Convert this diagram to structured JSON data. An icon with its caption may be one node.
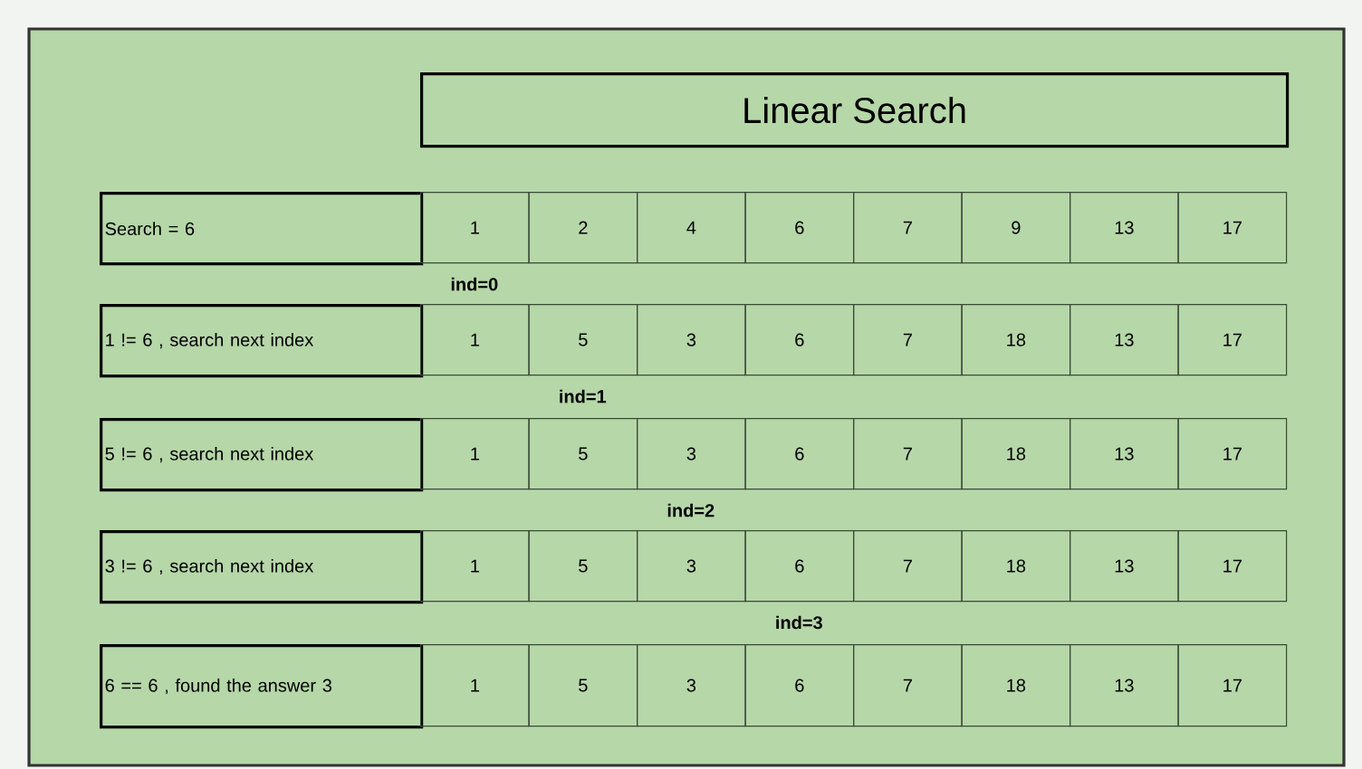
{
  "diagram": {
    "title": "Linear Search",
    "nodes": [
      {
        "text": [
          "Search = 6"
        ]
      },
      {
        "text": [
          "1"
        ]
      },
      {
        "text": [
          "2"
        ]
      },
      {
        "text": [
          "4"
        ]
      },
      {
        "text": [
          "6"
        ]
      },
      {
        "text": [
          "7"
        ]
      },
      {
        "text": [
          "9"
        ]
      },
      {
        "text": [
          "13"
        ]
      },
      {
        "text": [
          "17"
        ]
      },
      {
        "text": [
          "1 != 6 , search next index"
        ]
      },
      {
        "text": [
          "1"
        ]
      },
      {
        "text": [
          "5"
        ]
      },
      {
        "text": [
          "3"
        ]
      },
      {
        "text": [
          "6"
        ]
      },
      {
        "text": [
          "7"
        ]
      },
      {
        "text": [
          "18"
        ]
      },
      {
        "text": [
          "13"
        ]
      },
      {
        "text": [
          "17"
        ]
      },
      {
        "text": [
          "5 != 6 , search next index"
        ]
      },
      {
        "text": [
          "1"
        ]
      },
      {
        "text": [
          "5"
        ]
      },
      {
        "text": [
          "3"
        ]
      },
      {
        "text": [
          "6"
        ]
      },
      {
        "text": [
          "7"
        ]
      },
      {
        "text": [
          "18"
        ]
      },
      {
        "text": [
          "13"
        ]
      },
      {
        "text": [
          "17"
        ]
      },
      {
        "text": [
          "3 != 6 , search next index"
        ]
      },
      {
        "text": [
          "1"
        ]
      },
      {
        "text": [
          "5"
        ]
      },
      {
        "text": [
          "3"
        ]
      },
      {
        "text": [
          "6"
        ]
      },
      {
        "text": [
          "7"
        ]
      },
      {
        "text": [
          "18"
        ]
      },
      {
        "text": [
          "13"
        ]
      },
      {
        "text": [
          "17"
        ]
      },
      {
        "text": [
          "6 == 6 , found the answer 3"
        ]
      },
      {
        "text": [
          "1"
        ]
      },
      {
        "text": [
          "5"
        ]
      },
      {
        "text": [
          "3"
        ]
      },
      {
        "text": [
          "6"
        ]
      },
      {
        "text": [
          "7"
        ]
      },
      {
        "text": [
          "18"
        ]
      },
      {
        "text": [
          "13"
        ]
      },
      {
        "text": [
          "17"
        ]
      }
    ],
    "labels": [
      "ind=0",
      "ind=1",
      "ind=2",
      "ind=3"
    ]
  }
}
